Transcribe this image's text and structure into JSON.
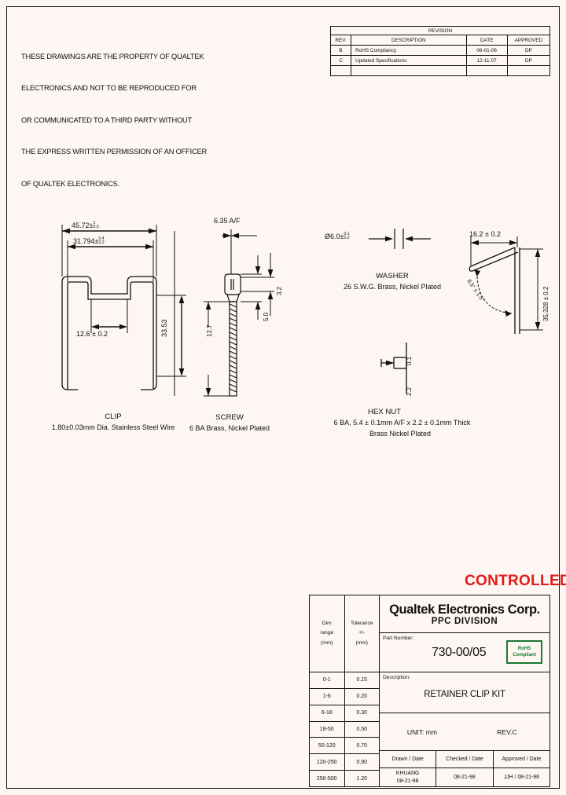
{
  "notice": {
    "lines": [
      "THESE DRAWINGS ARE THE PROPERTY OF QUALTEK",
      "ELECTRONICS AND NOT TO BE REPRODUCED FOR",
      "OR COMMUNICATED TO A THIRD PARTY WITHOUT",
      "THE EXPRESS WRITTEN PERMISSION OF AN OFFICER",
      "OF QUALTEK ELECTRONICS."
    ]
  },
  "revision": {
    "title": "REVISION",
    "headers": [
      "REV.",
      "DESCRIPTION",
      "DATE",
      "APPROVED"
    ],
    "rows": [
      {
        "rev": "B",
        "description": "RoHS Compliancy",
        "date": "06-01-06",
        "approved": "DP"
      },
      {
        "rev": "C",
        "description": "Updated Specifications",
        "date": "12-11-07",
        "approved": "DP"
      },
      {
        "rev": "",
        "description": "",
        "date": "",
        "approved": ""
      }
    ]
  },
  "views": {
    "clip": {
      "caption": "CLIP",
      "subcaption": "1.80±0.03mm Dia. Stainless Steel Wire",
      "dims": {
        "overall_length": "45.72",
        "overall_length_tol_up": "1",
        "overall_length_tol_dn": "0.5",
        "inner_length": "31.794",
        "inner_length_tol_up": "0.4",
        "inner_length_tol_dn": "0.2",
        "gap": "12.6 ± 0.2",
        "height": "33.53"
      }
    },
    "screw": {
      "caption": "SCREW",
      "subcaption": "6 BA Brass, Nickel Plated",
      "dims": {
        "across_flats": "6.35 A/F",
        "head_thickness": "3.2",
        "head_dia": "5.0",
        "length": "12.7"
      }
    },
    "washer": {
      "caption": "WASHER",
      "subcaption": "26 S.W.G. Brass, Nickel Plated",
      "dims": {
        "diameter": "Ø6.0",
        "diameter_tol_up": "0.1",
        "diameter_tol_dn": "0.2"
      }
    },
    "hexnut": {
      "caption": "HEX NUT",
      "subcaption1": "6 BA, 5.4 ± 0.1mm A/F x 2.2 ± 0.1mm Thick",
      "subcaption2": "Brass Nickel Plated",
      "dims": {
        "thickness_tol": "0.1",
        "thickness": "2.2"
      }
    },
    "bent_detail": {
      "dims": {
        "width": "16.2 ± 0.2",
        "height": "35.328 ± 0.2",
        "angle": "8.5° ± 1.5°"
      }
    }
  },
  "stamp": {
    "text": "CONTROLLED",
    "color": "#e01b1b"
  },
  "title_block": {
    "tolerance_table": {
      "header_dim": [
        "Dim",
        "range",
        "(mm)"
      ],
      "header_tol": [
        "Tolerance",
        "+/-",
        "(mm)"
      ],
      "rows": [
        {
          "range": "0-1",
          "tol": "0.15"
        },
        {
          "range": "1-6",
          "tol": "0.20"
        },
        {
          "range": "6-18",
          "tol": "0.30"
        },
        {
          "range": "18-50",
          "tol": "0.50"
        },
        {
          "range": "50-120",
          "tol": "0.70"
        },
        {
          "range": "120-250",
          "tol": "0.90"
        },
        {
          "range": "250-500",
          "tol": "1.20"
        }
      ]
    },
    "company": "Qualtek Electronics Corp.",
    "division": "PPC  DIVISION",
    "part_number_label": "Part Number:",
    "part_number": "730-00/05",
    "rohs_line1": "RoHS",
    "rohs_line2": "Compliant",
    "rohs_color": "#1a7a32",
    "description_label": "Description:",
    "description": "RETAINER CLIP KIT",
    "unit": "UNIT: mm",
    "rev": "REV.C",
    "sig_headers": [
      "Drawn / Date",
      "Checked / Date",
      "Approved / Date"
    ],
    "drawn_name": "KHUANG",
    "drawn_date": "08-21-98",
    "checked_date": "08-21-98",
    "approved": "JJH / 08-21-98"
  }
}
